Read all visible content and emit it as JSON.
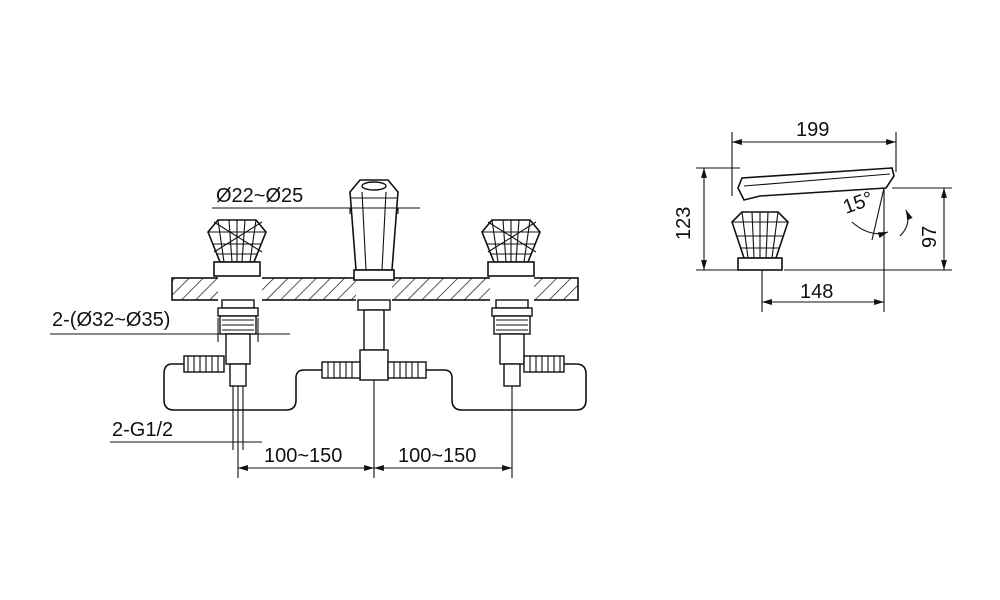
{
  "drawing": {
    "dimensions": {
      "spout_bore": "Ø22~Ø25",
      "handle_bore": "2-(Ø32~Ø35)",
      "inlet_thread": "2-G1/2",
      "spacing_left": "100~150",
      "spacing_right": "100~150",
      "side_length": "199",
      "side_height": "123",
      "side_spout_height": "97",
      "side_reach": "148",
      "side_angle": "15°"
    }
  }
}
